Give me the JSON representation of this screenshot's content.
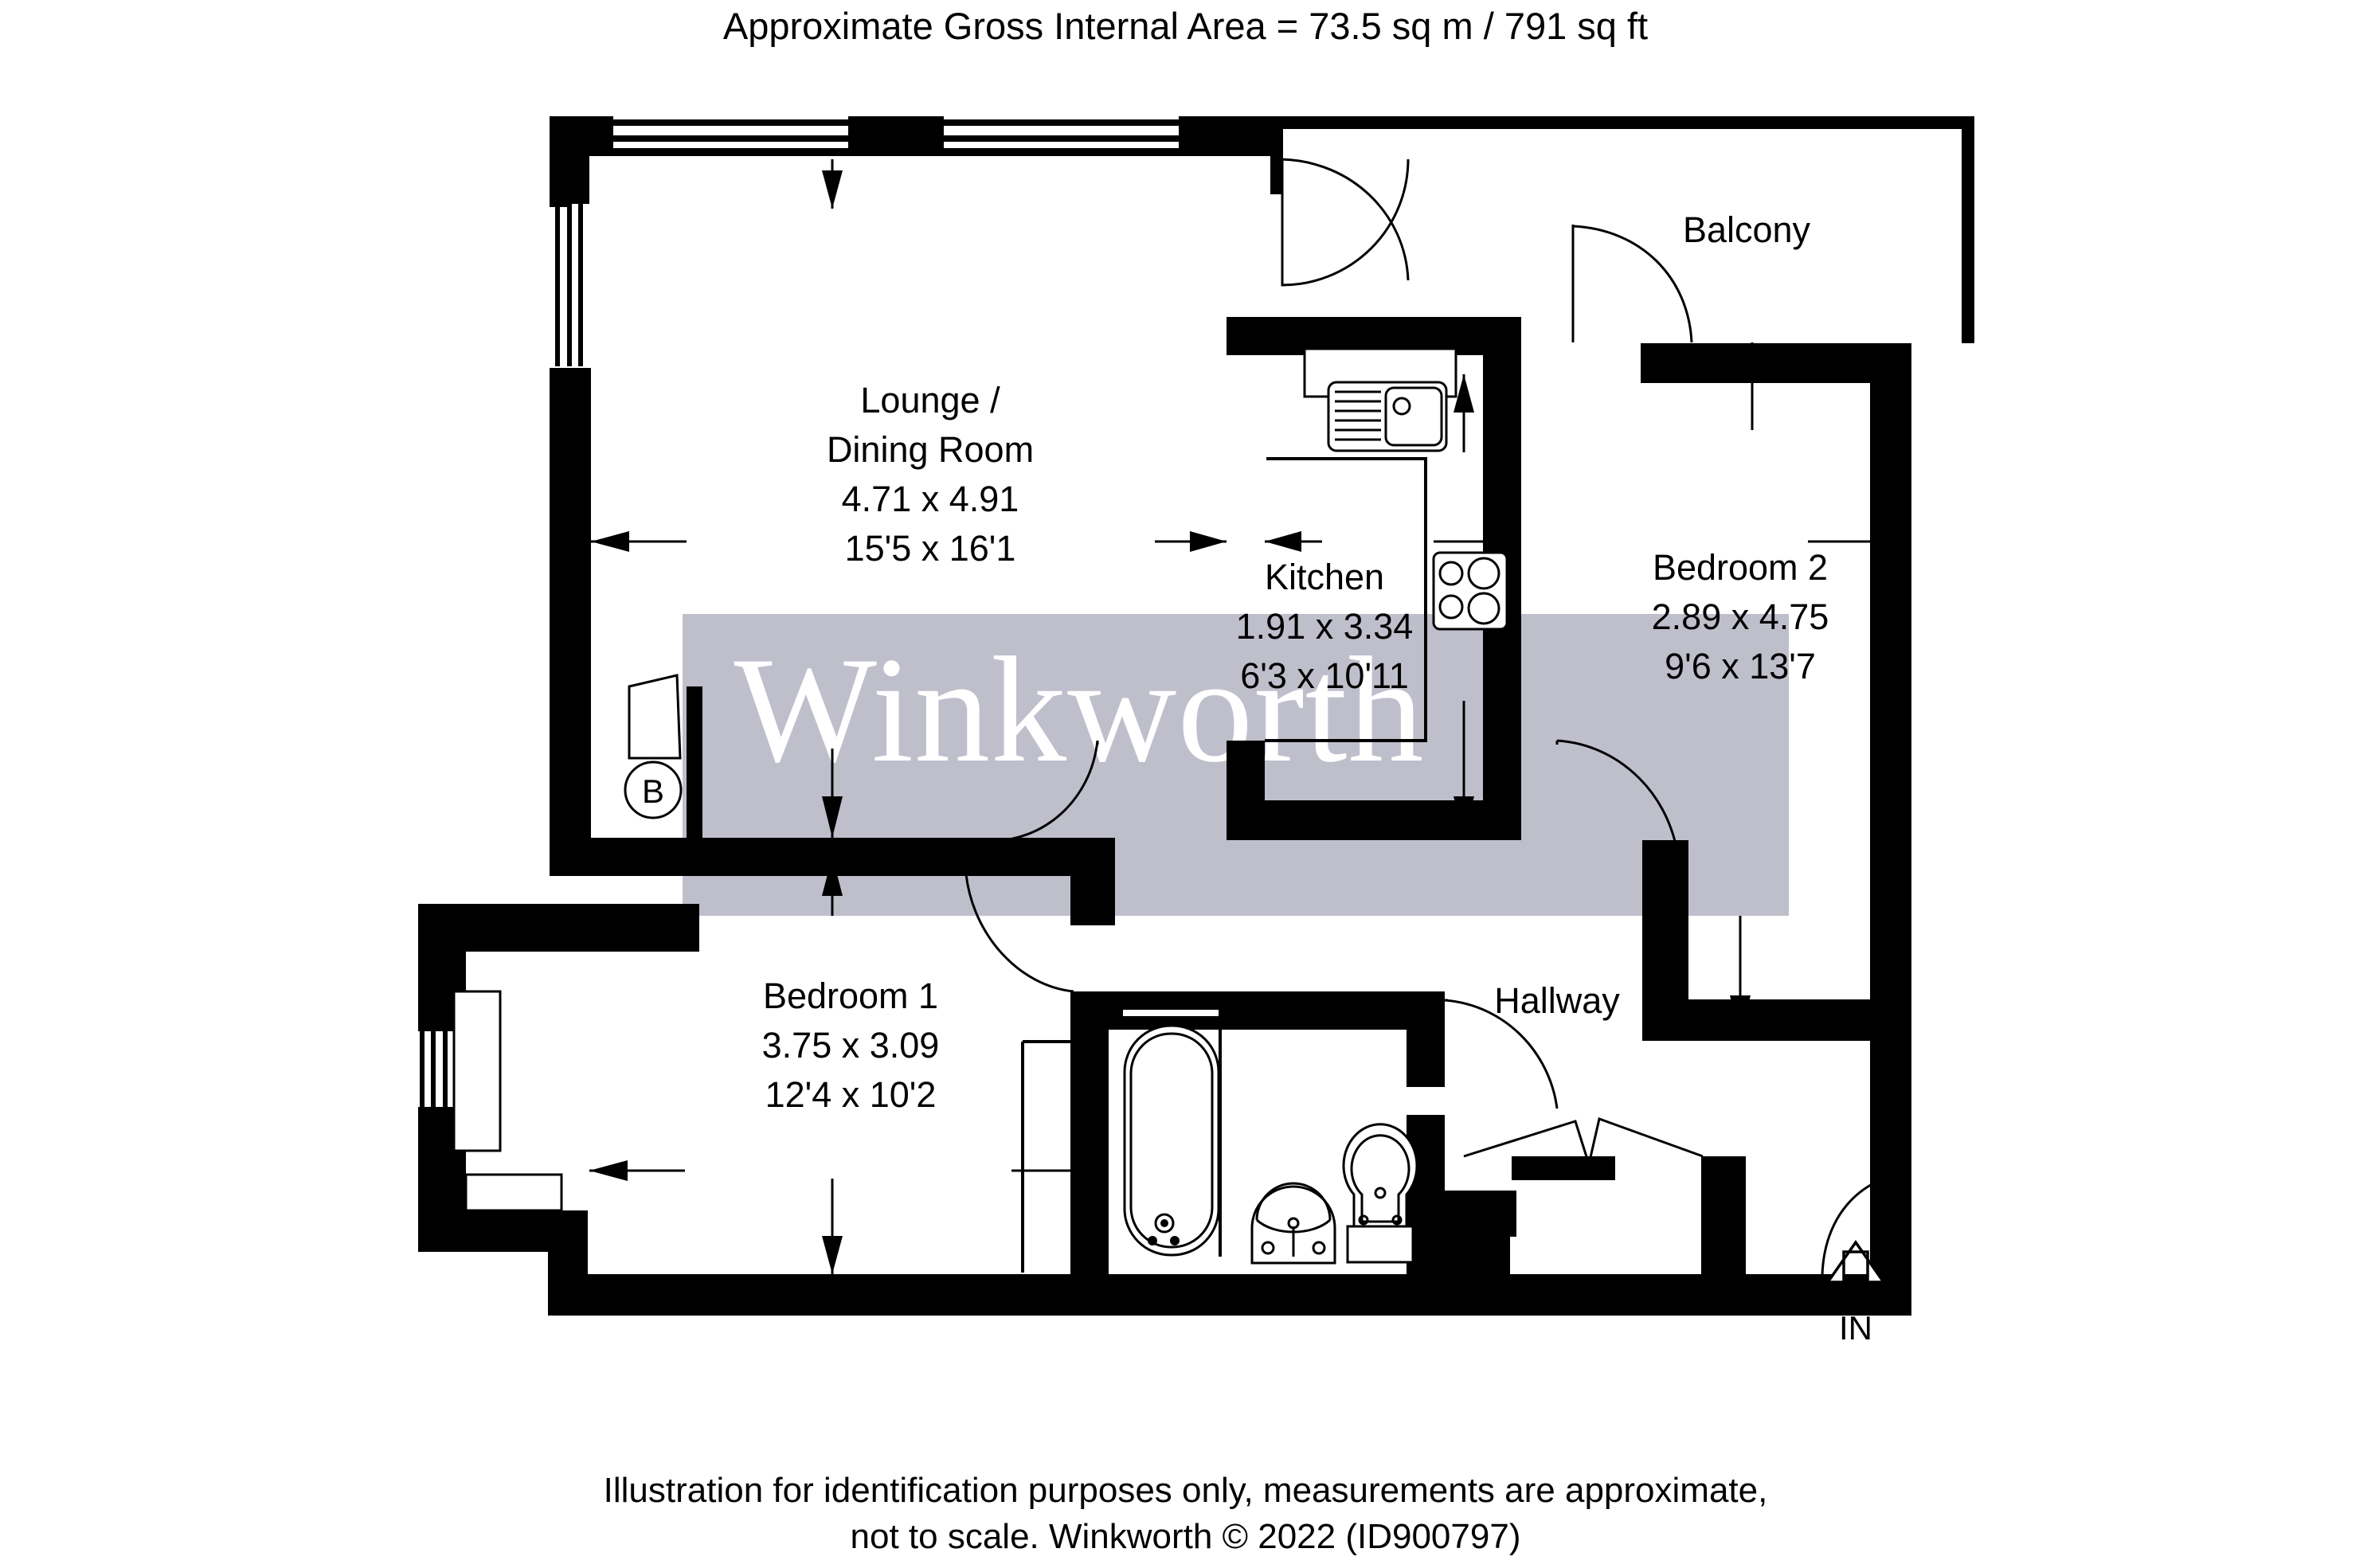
{
  "header": {
    "title": "Approximate Gross Internal Area = 73.5 sq m / 791 sq ft"
  },
  "footer": {
    "line1": "Illustration for identification purposes only, measurements are approximate,",
    "line2": "not to scale. Winkworth © 2022 (ID900797)"
  },
  "watermark": {
    "text": "Winkworth",
    "band_color": "#bfbfcc",
    "text_color": "#ffffff"
  },
  "colors": {
    "wall": "#000000",
    "background": "#ffffff",
    "text": "#000000"
  },
  "rooms": [
    {
      "key": "lounge",
      "name_line1": "Lounge /",
      "name_line2": "Dining Room",
      "metric": "4.71 x 4.91",
      "imperial": "15'5 x 16'1"
    },
    {
      "key": "kitchen",
      "name_line1": "Kitchen",
      "name_line2": "",
      "metric": "1.91 x 3.34",
      "imperial": "6'3 x 10'11"
    },
    {
      "key": "bedroom2",
      "name_line1": "Bedroom 2",
      "name_line2": "",
      "metric": "2.89 x 4.75",
      "imperial": "9'6 x 13'7"
    },
    {
      "key": "bedroom1",
      "name_line1": "Bedroom 1",
      "name_line2": "",
      "metric": "3.75 x 3.09",
      "imperial": "12'4 x 10'2"
    }
  ],
  "areas": {
    "balcony_label": "Balcony",
    "hallway_label": "Hallway"
  },
  "markers": {
    "boiler_letter": "B",
    "entrance_label": "IN"
  }
}
